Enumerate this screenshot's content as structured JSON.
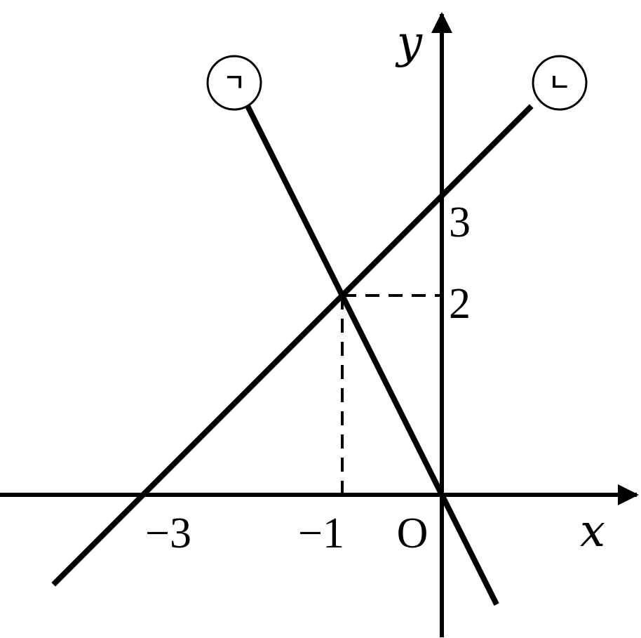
{
  "axes": {
    "x_label": "x",
    "y_label": "y",
    "origin_label": "O"
  },
  "ticks": {
    "x": [
      {
        "value": -3,
        "label": "−3"
      },
      {
        "value": -1,
        "label": "−1"
      }
    ],
    "y": [
      {
        "value": 3,
        "label": "3"
      },
      {
        "value": 2,
        "label": "2"
      }
    ]
  },
  "lines": [
    {
      "marker": "ㄱ",
      "slope": -2,
      "intercept": 0,
      "x_range": [
        -1.95,
        0.55
      ]
    },
    {
      "marker": "ㄴ",
      "slope": 1,
      "intercept": 3,
      "x_range": [
        -3.9,
        0.9
      ]
    }
  ],
  "intersection": {
    "x": -1,
    "y": 2
  },
  "colors": {
    "stroke": "#000000",
    "background": "#ffffff"
  }
}
